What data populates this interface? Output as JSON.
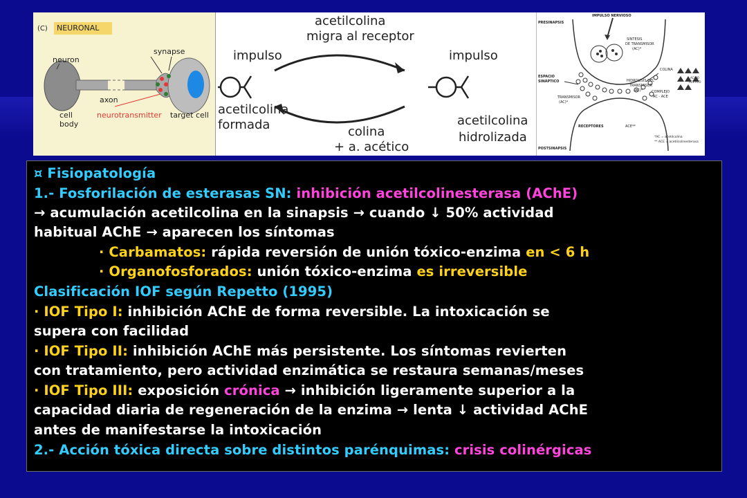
{
  "figure": {
    "neuronal": {
      "panel_tag": "(C)",
      "label_box": "NEURONAL",
      "neuron": "neuron",
      "synapse": "synapse",
      "axon": "axon",
      "cell_body_1": "cell",
      "cell_body_2": "body",
      "neurotransmitter": "neurotransmitter",
      "target_cell": "target cell"
    },
    "cycle": {
      "top_1": "acetilcolina",
      "top_2": "migra al receptor",
      "impulso_left": "impulso",
      "impulso_right": "impulso",
      "formada_1": "acetilcolina",
      "formada_2": "formada",
      "colina_1": "colina",
      "colina_2": "+ a. acético",
      "hidrolizada_1": "acetilcolina",
      "hidrolizada_2": "hidrolizada"
    },
    "synapse_diagram": {
      "impulso_nervioso": "IMPULSO NERVIOSO",
      "presinapsis": "PRESINAPSIS",
      "sintesis": "SINTESIS",
      "de_transmisor": "DE TRANSMISOR",
      "ac": "(AC)*",
      "espacio": "ESPACIO",
      "sinaptico": "SINÁPTICO",
      "colina": "COLINA",
      "hidrolisis": "HIDROLISIS DEL",
      "transmisor": "TRANSMISOR",
      "ac2": "(AC)*",
      "acido": "ACIDO",
      "acetico": "ACÉTICO",
      "complejo": "COMPLEJO",
      "ac_ace": "AC - ACE",
      "transmisor_left": "TRANSMISOR",
      "ac3": "(AC)*",
      "receptores": "RECEPTORES",
      "ace": "ACE**",
      "postsinapsis": "POSTSINAPSIS",
      "legend_1": "*AC = acetilcolina",
      "legend_2": "** ACE = acetilcolinesterasa"
    }
  },
  "text": {
    "l1": {
      "a": "¤ Fisiopatología"
    },
    "l2": {
      "a": "1.- Fosforilación de esterasas SN: ",
      "b": "inhibición acetilcolinesterasa (AChE)"
    },
    "l3": {
      "a": "→ acumulación acetilcolina en la sinapsis → cuando ↓ 50% actividad"
    },
    "l4": {
      "a": "habitual AChE → aparecen los síntomas"
    },
    "l5": {
      "a": "· Carbamatos: ",
      "b": "rápida reversión de unión tóxico-enzima ",
      "c": "en < 6 h"
    },
    "l6": {
      "a": "· Organofosforados: ",
      "b": "unión tóxico-enzima ",
      "c": "es irreversible"
    },
    "l7": {
      "a": "Clasificación IOF según Repetto (1995)"
    },
    "l8": {
      "a": "· IOF Tipo I: ",
      "b": "inhibición AChE de forma reversible. La intoxicación se"
    },
    "l9": {
      "a": "supera con facilidad"
    },
    "l10": {
      "a": "· IOF Tipo II: ",
      "b": "inhibición AChE más persistente. Los síntomas revierten"
    },
    "l11": {
      "a": "con tratamiento, pero actividad enzimática se restaura semanas/meses"
    },
    "l12": {
      "a": "· IOF Tipo III: ",
      "b": "exposición ",
      "c": "crónica",
      "d": " → inhibición ligeramente superior a la"
    },
    "l13": {
      "a": "capacidad diaria de regeneración de la enzima → lenta ↓ actividad AChE"
    },
    "l14": {
      "a": "antes de manifestarse la intoxicación"
    },
    "l15": {
      "a": "2.- Acción tóxica directa sobre distintos parénquimas: ",
      "b": "crisis colinérgicas"
    }
  },
  "colors": {
    "background": "#0b0b8f",
    "cyan": "#33ccff",
    "magenta": "#ff44dd",
    "yellow": "#ffd21a",
    "white": "#ffffff"
  }
}
